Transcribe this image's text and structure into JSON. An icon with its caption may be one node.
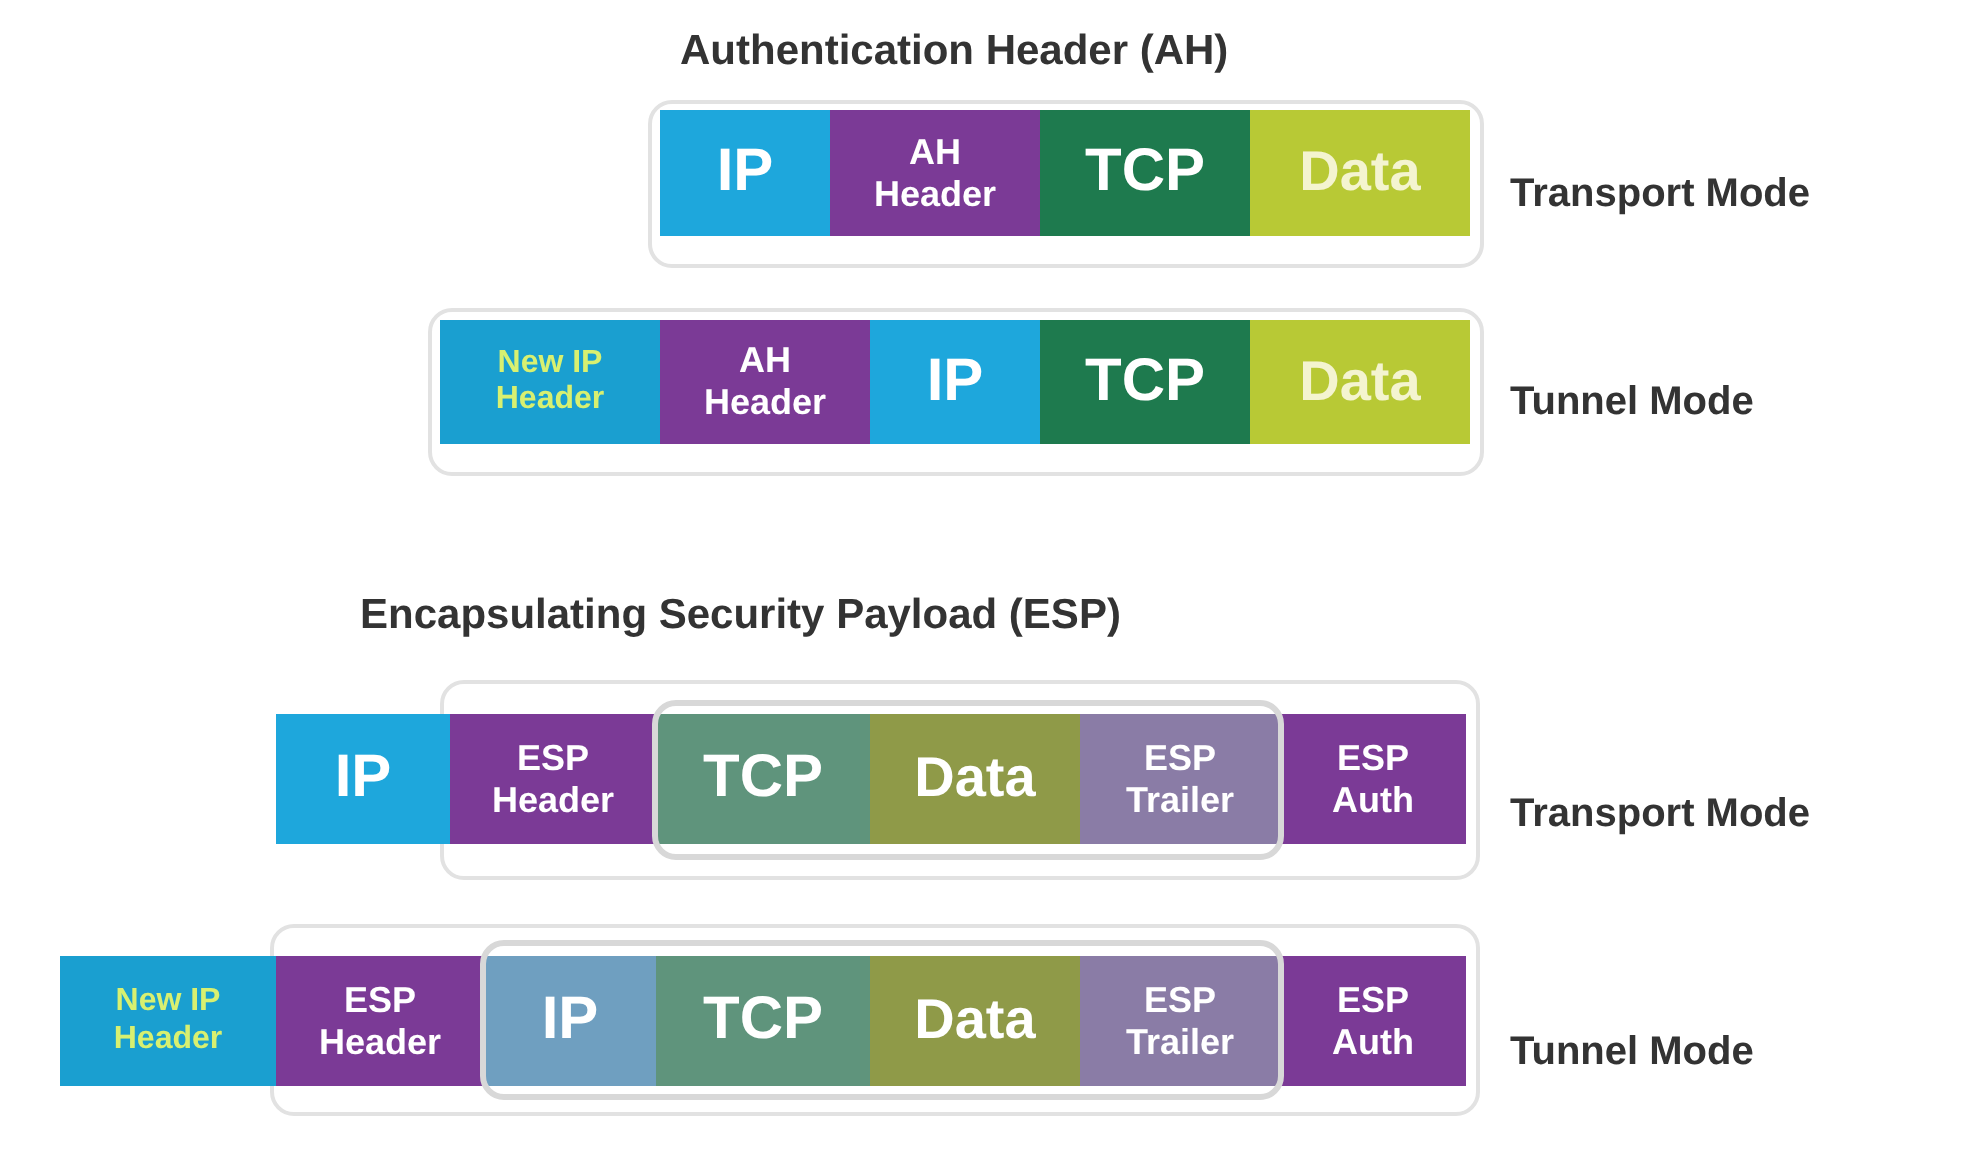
{
  "diagram": {
    "nodes": [
      {
        "text": [
          "IP"
        ]
      },
      {
        "text": [
          "AH Header"
        ]
      },
      {
        "text": [
          "TCP"
        ]
      },
      {
        "text": [
          "Data"
        ]
      },
      {
        "text": [
          "New IP Header"
        ]
      },
      {
        "text": [
          "AH Header"
        ]
      },
      {
        "text": [
          "IP"
        ]
      },
      {
        "text": [
          "TCP"
        ]
      },
      {
        "text": [
          "Data"
        ]
      },
      {
        "text": [
          "IP"
        ]
      },
      {
        "text": [
          "ESP Header"
        ]
      },
      {
        "text": [
          "TCP"
        ]
      },
      {
        "text": [
          "Data"
        ]
      },
      {
        "text": [
          "ESP Trailer"
        ]
      },
      {
        "text": [
          "ESP Auth"
        ]
      },
      {
        "text": [
          "New IP Header"
        ]
      },
      {
        "text": [
          "ESP Header"
        ]
      },
      {
        "text": [
          "IP"
        ]
      },
      {
        "text": [
          "TCP"
        ]
      },
      {
        "text": [
          "Data"
        ]
      },
      {
        "text": [
          "ESP Trailer"
        ]
      },
      {
        "text": [
          "ESP Auth"
        ]
      }
    ],
    "labels": [
      "Authentication Header (AH)",
      "Transport Mode",
      "Tunnel Mode",
      "Encapsulating Security Payload (ESP)",
      "Transport Mode",
      "Tunnel Mode"
    ]
  }
}
